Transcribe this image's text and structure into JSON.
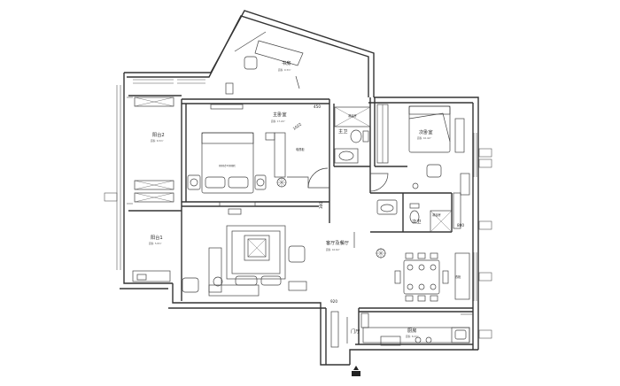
{
  "rooms": {
    "study": {
      "name": "书房"
    },
    "master_bedroom": {
      "name": "主卧室"
    },
    "second_bedroom": {
      "name": "次卧室"
    },
    "master_bath": {
      "name": "主卫"
    },
    "second_bath": {
      "name": "次卫"
    },
    "living_dining": {
      "name": "客厅及餐厅"
    },
    "kitchen": {
      "name": "厨房"
    },
    "balcony_1": {
      "name": "阳台1"
    },
    "balcony_2": {
      "name": "阳台2"
    },
    "foyer": {
      "name": "门厅"
    }
  },
  "labels": {
    "bed_size": "1800×2000",
    "shower_1": "淋浴房",
    "shower_2": "淋浴房",
    "cabinet": "衣柜",
    "tv_cabinet": "电视柜",
    "dim_450": "450",
    "dim_1022": "1022",
    "dim_300": "300",
    "dim_800": "800",
    "dim_920": "920"
  }
}
